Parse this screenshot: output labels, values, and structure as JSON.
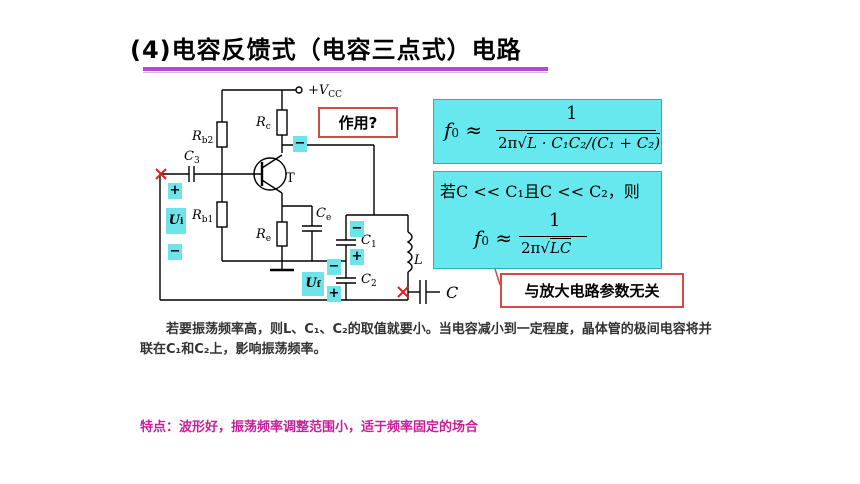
{
  "title": "(4)电容反馈式（电容三点式）电路",
  "labels": {
    "vcc_plus": "+",
    "vcc_V": "V",
    "vcc_sub": "CC",
    "rb2_R": "R",
    "rb2_sub": "b2",
    "rc_R": "R",
    "rc_sub": "c",
    "c3_C": "C",
    "c3_sub": "3",
    "transistor": "T",
    "rb1_R": "R",
    "rb1_sub": "b1",
    "ce_C": "C",
    "ce_sub": "e",
    "re_R": "R",
    "re_sub": "e",
    "c1_C": "C",
    "c1_sub": "1",
    "c2_C": "C",
    "c2_sub": "2",
    "inductor": "L",
    "cap_c": "C",
    "ui_U": "U",
    "ui_sub": "i",
    "uf_U": "U",
    "uf_sub": "f"
  },
  "signs": {
    "plus": "+",
    "minus": "−"
  },
  "formula1": {
    "f": "f",
    "sub": "0",
    "approx": "≈",
    "numerator": "1",
    "two_pi": "2π",
    "radicand": "L · C₁C₂/(C₁ + C₂)"
  },
  "formula2": {
    "condition": "若C << C₁且C << C₂，则",
    "f": "f",
    "sub": "0",
    "approx": "≈",
    "numerator": "1",
    "two_pi": "2π",
    "radicand": "LC"
  },
  "callouts": {
    "zuoyong": "作用?",
    "wuguan": "与放大电路参数无关"
  },
  "paragraph": "若要振荡频率高，则L、C₁、C₂的取值就要小。当电容减小到一定程度，晶体管的极间电容将并联在C₁和C₂上，影响振荡频率。",
  "feature": "特点：波形好，振荡频率调整范围小，适于频率固定的场合",
  "colors": {
    "formula_bg": "#66e8ee",
    "callout_border": "#d24b4b",
    "title_rule": "#b04ad0",
    "feature_text": "#c8209a",
    "cross_mark": "#e02020"
  }
}
